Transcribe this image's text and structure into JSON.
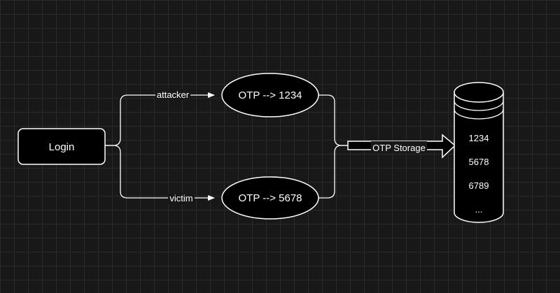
{
  "nodes": {
    "login": {
      "label": "Login"
    },
    "otp_attacker": {
      "label": "OTP --> 1234"
    },
    "otp_victim": {
      "label": "OTP --> 5678"
    },
    "storage": {
      "values": [
        "1234",
        "5678",
        "6789",
        "..."
      ]
    }
  },
  "edges": {
    "attacker": {
      "label": "attacker"
    },
    "victim": {
      "label": "victim"
    },
    "storage_arrow": {
      "label": "OTP Storage"
    }
  }
}
